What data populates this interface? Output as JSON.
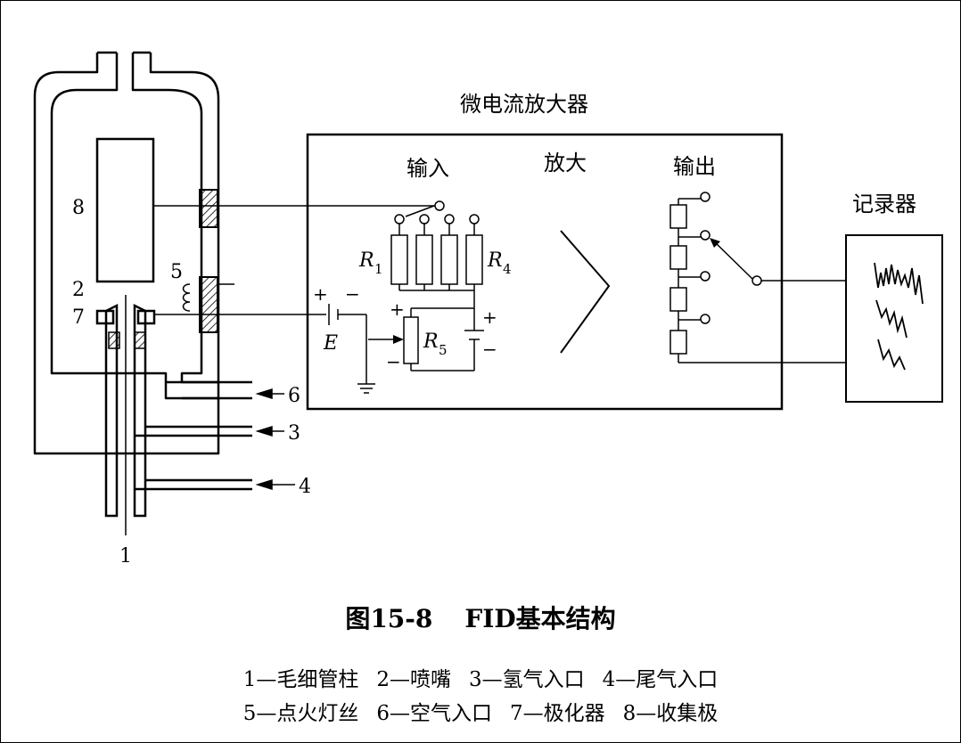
{
  "labels": {
    "amplifier_title": "微电流放大器",
    "input": "输入",
    "amplify": "放大",
    "output": "输出",
    "recorder": "记录器",
    "r1_letter": "R",
    "r1_sub": "1",
    "r4_letter": "R",
    "r4_sub": "4",
    "r5_letter": "R",
    "r5_sub": "5",
    "e_label": "E",
    "plus": "+",
    "minus": "−"
  },
  "callouts": {
    "n1": "1",
    "n2": "2",
    "n3": "3",
    "n4": "4",
    "n5": "5",
    "n6": "6",
    "n7": "7",
    "n8": "8"
  },
  "caption": {
    "figure_no": "图15-8",
    "title": "FID基本结构"
  },
  "legend": {
    "line1": [
      "1—毛细管柱",
      "2—喷嘴",
      "3—氢气入口",
      "4—尾气入口"
    ],
    "line2": [
      "5—点火灯丝",
      "6—空气入口",
      "7—极化器",
      "8—收集极"
    ]
  }
}
